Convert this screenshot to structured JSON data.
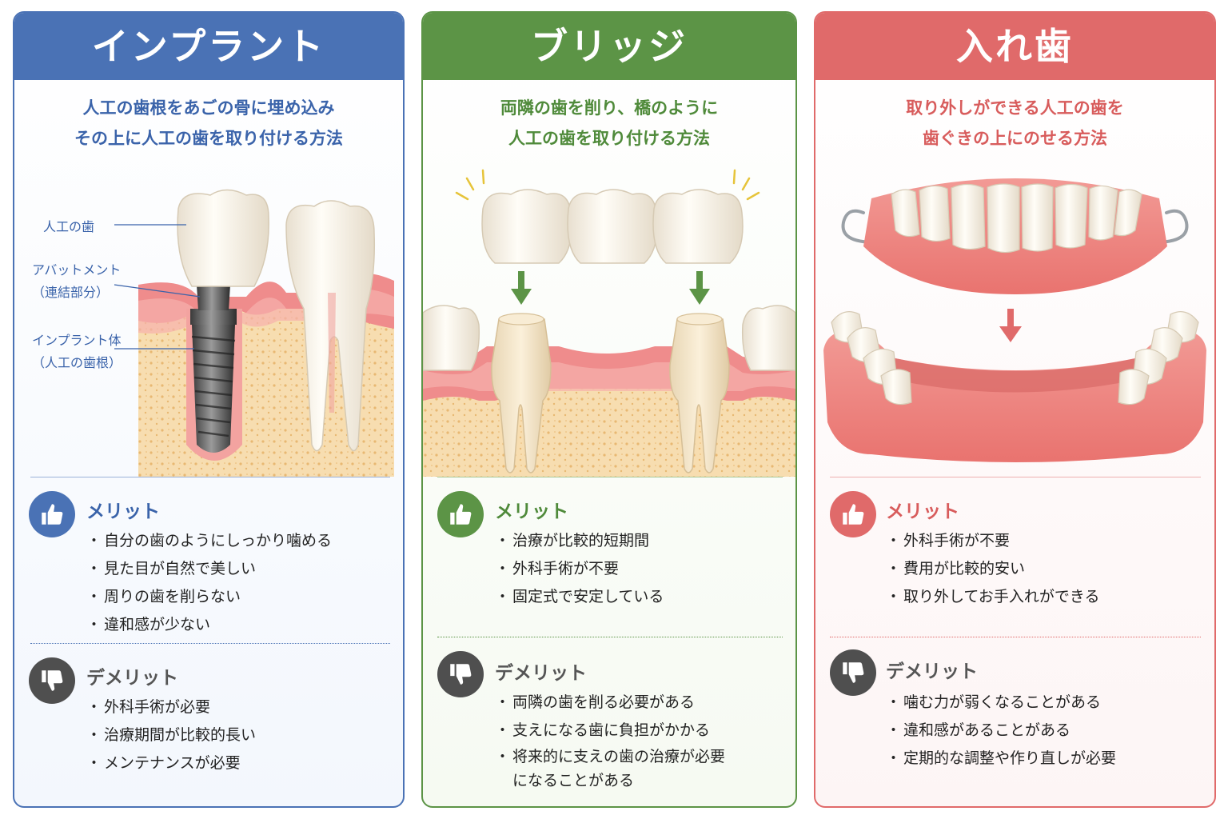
{
  "implant": {
    "title": "インプラント",
    "description": [
      "人工の歯根をあごの骨に埋め込み",
      "その上に人工の歯を取り付ける方法"
    ],
    "labels": {
      "artificial_tooth": "人工の歯",
      "abutment": "アバットメント",
      "abutment_sub": "（連結部分）",
      "fixture": "インプラント体",
      "fixture_sub": "（人工の歯根）"
    },
    "merit_title": "メリット",
    "merits": [
      "自分の歯のようにしっかり噛める",
      "見た目が自然で美しい",
      "周りの歯を削らない",
      "違和感が少ない"
    ],
    "demerit_title": "デメリット",
    "demerits": [
      "外科手術が必要",
      "治療期間が比較的長い",
      "メンテナンスが必要"
    ],
    "accent": "#4a72b5"
  },
  "bridge": {
    "title": "ブリッジ",
    "description": [
      "両隣の歯を削り、橋のように",
      "人工の歯を取り付ける方法"
    ],
    "merit_title": "メリット",
    "merits": [
      "治療が比較的短期間",
      "外科手術が不要",
      "固定式で安定している"
    ],
    "demerit_title": "デメリット",
    "demerits": [
      "両隣の歯を削る必要がある",
      "支えになる歯に負担がかかる",
      "将来的に支えの歯の治療が必要になることがある"
    ],
    "accent": "#5c9446"
  },
  "denture": {
    "title": "入れ歯",
    "description": [
      "取り外しができる人工の歯を",
      "歯ぐきの上にのせる方法"
    ],
    "merit_title": "メリット",
    "merits": [
      "外科手術が不要",
      "費用が比較的安い",
      "取り外してお手入れができる"
    ],
    "demerit_title": "デメリット",
    "demerits": [
      "噛む力が弱くなることがある",
      "違和感があることがある",
      "定期的な調整や作り直しが必要"
    ],
    "accent": "#e06a6a"
  },
  "icons": {
    "merit": "thumbs-up-icon",
    "demerit": "thumbs-down-icon"
  }
}
